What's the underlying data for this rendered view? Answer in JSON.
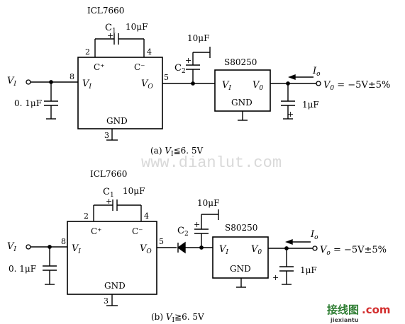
{
  "circuit_a": {
    "chip1_name": "ICL7660",
    "cap_top_ref": "C",
    "cap_top_sub": "1",
    "cap_top_val": "10μF",
    "pin2": "2",
    "pin4": "4",
    "pin8": "8",
    "pin5": "5",
    "pin3": "3",
    "cplus": "C⁺",
    "cminus": "C⁻",
    "vin_pin": "V",
    "vin_pin_sub": "I",
    "vout_pin": "V",
    "vout_pin_sub": "O",
    "gnd1": "GND",
    "input_label": "V",
    "input_label_sub": "I",
    "input_cap": "0. 1μF",
    "c2_ref": "C",
    "c2_sub": "2",
    "c2_val": "10μF",
    "chip2_name": "S80250",
    "chip2_vin": "V",
    "chip2_vin_sub": "I",
    "chip2_vout": "V",
    "chip2_vout_sub": "0",
    "gnd2": "GND",
    "io": "I",
    "io_sub": "o",
    "out_label": "V",
    "out_label_sub": "0",
    "out_value": " = −5V±5%",
    "out_cap": "1μF",
    "caption_pre": "(a)  ",
    "caption_v": "V",
    "caption_sub": "I",
    "caption_post": "≦6. 5V"
  },
  "circuit_b": {
    "chip1_name": "ICL7660",
    "cap_top_ref": "C",
    "cap_top_sub": "1",
    "cap_top_val": "10μF",
    "pin2": "2",
    "pin4": "4",
    "pin8": "8",
    "pin5": "5",
    "pin3": "3",
    "cplus": "C⁺",
    "cminus": "C⁻",
    "vin_pin": "V",
    "vin_pin_sub": "I",
    "vout_pin": "V",
    "vout_pin_sub": "O",
    "gnd1": "GND",
    "input_label": "V",
    "input_label_sub": "I",
    "input_cap": "0. 1μF",
    "c2_ref": "C",
    "c2_sub": "2",
    "c2_val": "10μF",
    "chip2_name": "S80250",
    "chip2_vin": "V",
    "chip2_vin_sub": "I",
    "chip2_vout": "V",
    "chip2_vout_sub": "0",
    "gnd2": "GND",
    "io": "I",
    "io_sub": "o",
    "out_label": "V",
    "out_label_sub": "o",
    "out_value": " = −5V±5%",
    "out_cap": "1μF",
    "caption_pre": "(b)  ",
    "caption_v": "V",
    "caption_sub": "I",
    "caption_post": "≧6. 5V"
  },
  "watermark": "www.dianlut.com",
  "logo_text": "接线图",
  "logo_domain": ".com",
  "logo_sub": "jiexiantu",
  "colors": {
    "ink": "#000000",
    "watermark": "#d9d9d9",
    "logo_green": "#2e7d32",
    "logo_red": "#d32f2f"
  }
}
